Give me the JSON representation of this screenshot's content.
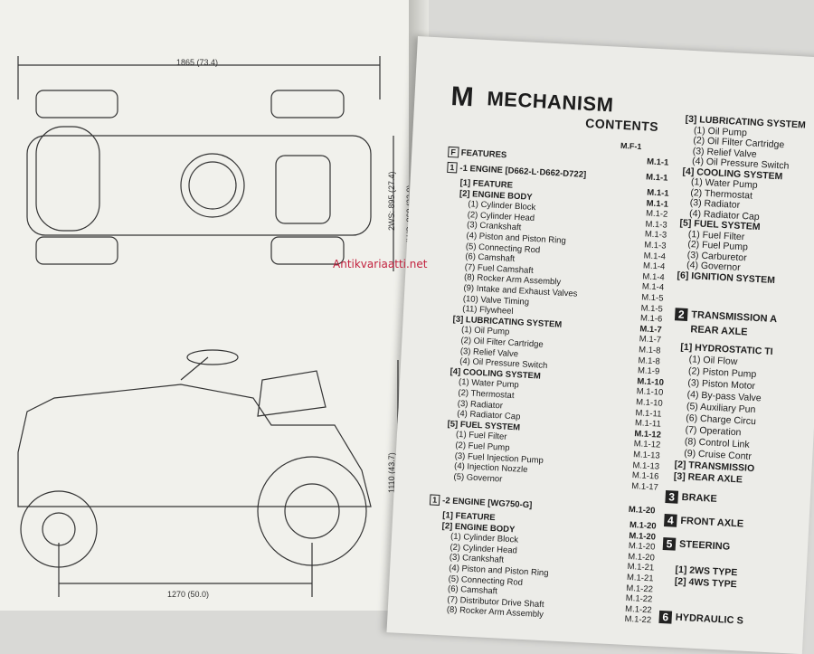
{
  "left_page": {
    "top_dimension": "1865 (73.4)",
    "side_dimension_a": "2WS: 895 (27.4)",
    "side_dimension_b": "4WS: 860 (33.9)",
    "height_dimension": "1110 (43.7)",
    "wheelbase_dimension": "1270 (50.0)"
  },
  "heading": {
    "letter": "M",
    "title": "MECHANISM",
    "subtitle": "CONTENTS"
  },
  "features_row": {
    "label": "FEATURES",
    "ref": "M.1-1",
    "top_ref": "M.F-1"
  },
  "engine1": {
    "header": "-1  ENGINE [D662-L·D662-D722]",
    "header_ref": "M.1-1",
    "items": [
      {
        "label": "[1] FEATURE",
        "ref": "M.1-1"
      },
      {
        "label": "[2] ENGINE BODY",
        "ref": "M.1-1"
      },
      {
        "label": "(1) Cylinder Block",
        "ref": "M.1-2"
      },
      {
        "label": "(2) Cylinder Head",
        "ref": "M.1-3"
      },
      {
        "label": "(3) Crankshaft",
        "ref": "M.1-3"
      },
      {
        "label": "(4) Piston and Piston Ring",
        "ref": "M.1-3"
      },
      {
        "label": "(5) Connecting Rod",
        "ref": "M.1-4"
      },
      {
        "label": "(6) Camshaft",
        "ref": "M.1-4"
      },
      {
        "label": "(7) Fuel Camshaft",
        "ref": "M.1-4"
      },
      {
        "label": "(8) Rocker Arm Assembly",
        "ref": "M.1-4"
      },
      {
        "label": "(9) Intake and Exhaust Valves",
        "ref": "M.1-5"
      },
      {
        "label": "(10) Valve Timing",
        "ref": "M.1-5"
      },
      {
        "label": "(11) Flywheel",
        "ref": "M.1-6"
      },
      {
        "label": "[3] LUBRICATING SYSTEM",
        "ref": "M.1-7"
      },
      {
        "label": "(1) Oil Pump",
        "ref": "M.1-7"
      },
      {
        "label": "(2) Oil Filter Cartridge",
        "ref": "M.1-8"
      },
      {
        "label": "(3) Relief Valve",
        "ref": "M.1-8"
      },
      {
        "label": "(4) Oil Pressure Switch",
        "ref": "M.1-9"
      },
      {
        "label": "[4] COOLING SYSTEM",
        "ref": "M.1-10"
      },
      {
        "label": "(1) Water Pump",
        "ref": "M.1-10"
      },
      {
        "label": "(2) Thermostat",
        "ref": "M.1-10"
      },
      {
        "label": "(3) Radiator",
        "ref": "M.1-11"
      },
      {
        "label": "(4) Radiator Cap",
        "ref": "M.1-11"
      },
      {
        "label": "[5] FUEL SYSTEM",
        "ref": "M.1-12"
      },
      {
        "label": "(1) Fuel Filter",
        "ref": "M.1-12"
      },
      {
        "label": "(2) Fuel Pump",
        "ref": "M.1-13"
      },
      {
        "label": "(3) Fuel Injection Pump",
        "ref": "M.1-13"
      },
      {
        "label": "(4) Injection Nozzle",
        "ref": "M.1-16"
      },
      {
        "label": "(5) Governor",
        "ref": "M.1-17"
      }
    ]
  },
  "engine2": {
    "header": "-2  ENGINE [WG750-G]",
    "header_ref": "M.1-20",
    "items": [
      {
        "label": "[1] FEATURE",
        "ref": "M.1-20"
      },
      {
        "label": "[2] ENGINE BODY",
        "ref": "M.1-20"
      },
      {
        "label": "(1) Cylinder Block",
        "ref": "M.1-20"
      },
      {
        "label": "(2) Cylinder Head",
        "ref": "M.1-20"
      },
      {
        "label": "(3) Crankshaft",
        "ref": "M.1-21"
      },
      {
        "label": "(4) Piston and Piston Ring",
        "ref": "M.1-21"
      },
      {
        "label": "(5) Connecting Rod",
        "ref": "M.1-22"
      },
      {
        "label": "(6) Camshaft",
        "ref": "M.1-22"
      },
      {
        "label": "(7) Distributor Drive Shaft",
        "ref": "M.1-22"
      },
      {
        "label": "(8) Rocker Arm Assembly",
        "ref": "M.1-22"
      }
    ]
  },
  "right_column": {
    "items": [
      {
        "label": "[3] LUBRICATING SYSTEM",
        "bold": true
      },
      {
        "label": "(1) Oil Pump",
        "bold": false
      },
      {
        "label": "(2) Oil Filter Cartridge",
        "bold": false
      },
      {
        "label": "(3) Relief Valve",
        "bold": false
      },
      {
        "label": "(4) Oil Pressure Switch",
        "bold": false
      },
      {
        "label": "[4] COOLING SYSTEM",
        "bold": true
      },
      {
        "label": "(1) Water Pump",
        "bold": false
      },
      {
        "label": "(2) Thermostat",
        "bold": false
      },
      {
        "label": "(3) Radiator",
        "bold": false
      },
      {
        "label": "(4) Radiator Cap",
        "bold": false
      },
      {
        "label": "[5] FUEL SYSTEM",
        "bold": true
      },
      {
        "label": "(1) Fuel Filter",
        "bold": false
      },
      {
        "label": "(2) Fuel Pump",
        "bold": false
      },
      {
        "label": "(3) Carburetor",
        "bold": false
      },
      {
        "label": "(4) Governor",
        "bold": false
      },
      {
        "label": "[6] IGNITION SYSTEM",
        "bold": true
      }
    ],
    "section2_num": "2",
    "section2_title": "TRANSMISSION A",
    "section2_sub": "REAR AXLE",
    "section2_items": [
      {
        "label": "[1] HYDROSTATIC TI",
        "bold": true
      },
      {
        "label": "(1) Oil Flow",
        "bold": false
      },
      {
        "label": "(2) Piston Pump",
        "bold": false
      },
      {
        "label": "(3) Piston Motor",
        "bold": false
      },
      {
        "label": "(4) By-pass Valve",
        "bold": false
      },
      {
        "label": "(5) Auxiliary Pun",
        "bold": false
      },
      {
        "label": "(6) Charge Circu",
        "bold": false
      },
      {
        "label": "(7) Operation",
        "bold": false
      },
      {
        "label": "(8) Control Link",
        "bold": false
      },
      {
        "label": "(9) Cruise Contr",
        "bold": false
      },
      {
        "label": "[2] TRANSMISSIO",
        "bold": true
      },
      {
        "label": "[3] REAR AXLE",
        "bold": true
      }
    ],
    "big_sections": [
      {
        "num": "3",
        "title": "BRAKE"
      },
      {
        "num": "4",
        "title": "FRONT AXLE"
      },
      {
        "num": "5",
        "title": "STEERING"
      }
    ],
    "steering_items": [
      "[1] 2WS TYPE",
      "[2] 4WS TYPE"
    ],
    "last_section": {
      "num": "6",
      "title": "HYDRAULIC S"
    }
  },
  "watermark": "Antikvariaatti.net"
}
